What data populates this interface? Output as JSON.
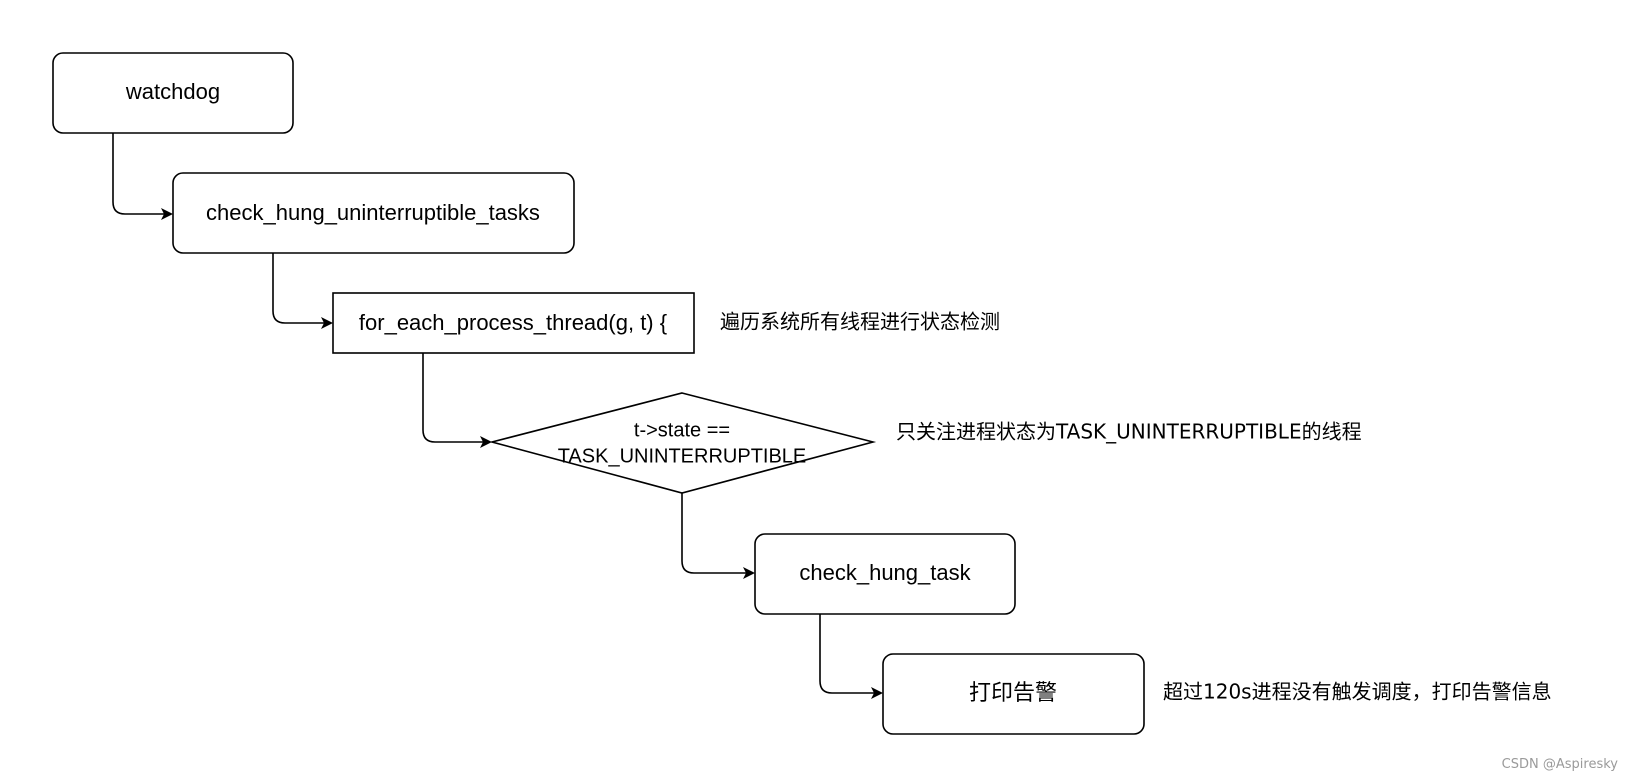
{
  "nodes": {
    "watchdog": "watchdog",
    "check_hung_uninterruptible_tasks": "check_hung_uninterruptible_tasks",
    "for_each": "for_each_process_thread(g, t) {",
    "condition_line1": "t->state ==",
    "condition_line2": "TASK_UNINTERRUPTIBLE",
    "check_hung_task": "check_hung_task",
    "print_warning": "打印告警"
  },
  "notes": {
    "for_each_note": "遍历系统所有线程进行状态检测",
    "condition_note": "只关注进程状态为TASK_UNINTERRUPTIBLE的线程",
    "print_note": "超过120s进程没有触发调度，打印告警信息"
  },
  "watermark": "CSDN @Aspiresky",
  "colors": {
    "stroke": "#000000",
    "background": "#ffffff",
    "watermark": "#9a9a9a"
  }
}
